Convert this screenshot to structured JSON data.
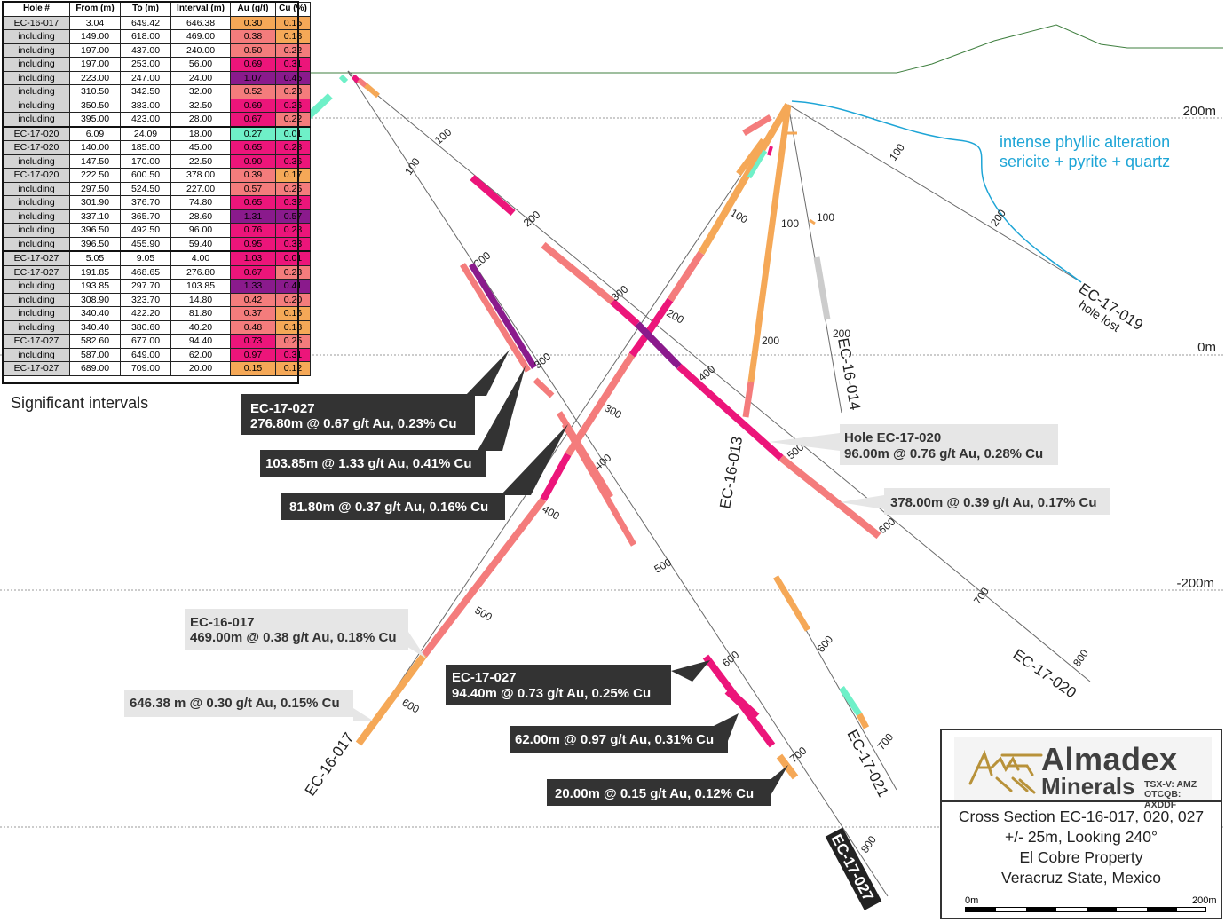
{
  "table": {
    "headers": [
      "Hole #",
      "From (m)",
      "To (m)",
      "Interval (m)",
      "Au (g/t)",
      "Cu (%)"
    ],
    "rows": [
      {
        "hole": "EC-16-017",
        "from": "3.04",
        "to": "649.42",
        "interval": "646.38",
        "au": "0.30",
        "cu": "0.15",
        "au_color": "#f5a857",
        "cu_color": "#f5a857",
        "sep": true
      },
      {
        "hole": "including",
        "from": "149.00",
        "to": "618.00",
        "interval": "469.00",
        "au": "0.38",
        "cu": "0.18",
        "au_color": "#f47c7c",
        "cu_color": "#f5a857"
      },
      {
        "hole": "including",
        "from": "197.00",
        "to": "437.00",
        "interval": "240.00",
        "au": "0.50",
        "cu": "0.22",
        "au_color": "#f47c7c",
        "cu_color": "#f47c7c"
      },
      {
        "hole": "including",
        "from": "197.00",
        "to": "253.00",
        "interval": "56.00",
        "au": "0.69",
        "cu": "0.31",
        "au_color": "#ec157a",
        "cu_color": "#ec157a"
      },
      {
        "hole": "including",
        "from": "223.00",
        "to": "247.00",
        "interval": "24.00",
        "au": "1.07",
        "cu": "0.45",
        "au_color": "#8a1a8c",
        "cu_color": "#8a1a8c"
      },
      {
        "hole": "including",
        "from": "310.50",
        "to": "342.50",
        "interval": "32.00",
        "au": "0.52",
        "cu": "0.23",
        "au_color": "#f47c7c",
        "cu_color": "#f47c7c"
      },
      {
        "hole": "including",
        "from": "350.50",
        "to": "383.00",
        "interval": "32.50",
        "au": "0.69",
        "cu": "0.26",
        "au_color": "#ec157a",
        "cu_color": "#ec157a"
      },
      {
        "hole": "including",
        "from": "395.00",
        "to": "423.00",
        "interval": "28.00",
        "au": "0.67",
        "cu": "0.22",
        "au_color": "#ec157a",
        "cu_color": "#f47c7c"
      },
      {
        "hole": "EC-17-020",
        "from": "6.09",
        "to": "24.09",
        "interval": "18.00",
        "au": "0.27",
        "cu": "0.01",
        "au_color": "#6ff0c8",
        "cu_color": "#6ff0c8",
        "sep": true
      },
      {
        "hole": "EC-17-020",
        "from": "140.00",
        "to": "185.00",
        "interval": "45.00",
        "au": "0.65",
        "cu": "0.28",
        "au_color": "#ec157a",
        "cu_color": "#ec157a"
      },
      {
        "hole": "including",
        "from": "147.50",
        "to": "170.00",
        "interval": "22.50",
        "au": "0.90",
        "cu": "0.36",
        "au_color": "#ec157a",
        "cu_color": "#ec157a"
      },
      {
        "hole": "EC-17-020",
        "from": "222.50",
        "to": "600.50",
        "interval": "378.00",
        "au": "0.39",
        "cu": "0.17",
        "au_color": "#f47c7c",
        "cu_color": "#f5a857"
      },
      {
        "hole": "including",
        "from": "297.50",
        "to": "524.50",
        "interval": "227.00",
        "au": "0.57",
        "cu": "0.25",
        "au_color": "#f47c7c",
        "cu_color": "#f47c7c"
      },
      {
        "hole": "including",
        "from": "301.90",
        "to": "376.70",
        "interval": "74.80",
        "au": "0.65",
        "cu": "0.32",
        "au_color": "#ec157a",
        "cu_color": "#ec157a"
      },
      {
        "hole": "including",
        "from": "337.10",
        "to": "365.70",
        "interval": "28.60",
        "au": "1.31",
        "cu": "0.57",
        "au_color": "#8a1a8c",
        "cu_color": "#8a1a8c"
      },
      {
        "hole": "including",
        "from": "396.50",
        "to": "492.50",
        "interval": "96.00",
        "au": "0.76",
        "cu": "0.28",
        "au_color": "#ec157a",
        "cu_color": "#ec157a"
      },
      {
        "hole": "including",
        "from": "396.50",
        "to": "455.90",
        "interval": "59.40",
        "au": "0.95",
        "cu": "0.33",
        "au_color": "#ec157a",
        "cu_color": "#ec157a"
      },
      {
        "hole": "EC-17-027",
        "from": "5.05",
        "to": "9.05",
        "interval": "4.00",
        "au": "1.03",
        "cu": "0.01",
        "au_color": "#ec157a",
        "cu_color": "#ec157a",
        "sep": true
      },
      {
        "hole": "EC-17-027",
        "from": "191.85",
        "to": "468.65",
        "interval": "276.80",
        "au": "0.67",
        "cu": "0.23",
        "au_color": "#ec157a",
        "cu_color": "#f47c7c"
      },
      {
        "hole": "including",
        "from": "193.85",
        "to": "297.70",
        "interval": "103.85",
        "au": "1.33",
        "cu": "0.41",
        "au_color": "#8a1a8c",
        "cu_color": "#8a1a8c"
      },
      {
        "hole": "including",
        "from": "308.90",
        "to": "323.70",
        "interval": "14.80",
        "au": "0.42",
        "cu": "0.20",
        "au_color": "#f47c7c",
        "cu_color": "#f47c7c"
      },
      {
        "hole": "including",
        "from": "340.40",
        "to": "422.20",
        "interval": "81.80",
        "au": "0.37",
        "cu": "0.16",
        "au_color": "#f47c7c",
        "cu_color": "#f5a857"
      },
      {
        "hole": "including",
        "from": "340.40",
        "to": "380.60",
        "interval": "40.20",
        "au": "0.48",
        "cu": "0.18",
        "au_color": "#f47c7c",
        "cu_color": "#f5a857"
      },
      {
        "hole": "EC-17-027",
        "from": "582.60",
        "to": "677.00",
        "interval": "94.40",
        "au": "0.73",
        "cu": "0.25",
        "au_color": "#ec157a",
        "cu_color": "#f47c7c"
      },
      {
        "hole": "including",
        "from": "587.00",
        "to": "649.00",
        "interval": "62.00",
        "au": "0.97",
        "cu": "0.31",
        "au_color": "#ec157a",
        "cu_color": "#ec157a"
      },
      {
        "hole": "EC-17-027",
        "from": "689.00",
        "to": "709.00",
        "interval": "20.00",
        "au": "0.15",
        "cu": "0.12",
        "au_color": "#f5a857",
        "cu_color": "#f5a857"
      }
    ]
  },
  "significant_title": "Significant intervals",
  "elevations": {
    "e200": "200m",
    "e0": "0m",
    "em200": "-200m"
  },
  "holes": {
    "h017": "EC-16-017",
    "h020": "EC-17-020",
    "h027": "EC-17-027",
    "h013": "EC-16-013",
    "h014": "EC-16-014",
    "h019": "EC-17-019",
    "h019_note": "hole lost",
    "h021": "EC-17-021"
  },
  "depth_ticks": [
    "100",
    "200",
    "300",
    "400",
    "500",
    "600",
    "700",
    "800"
  ],
  "alteration": {
    "line1": "intense phyllic alteration",
    "line2": "sericite + pyrite + quartz"
  },
  "callouts": {
    "c027_a1": "EC-17-027",
    "c027_a2": "276.80m @ 0.67 g/t Au, 0.23% Cu",
    "c027_b": "103.85m @ 1.33 g/t Au, 0.41% Cu",
    "c027_c": "81.80m @ 0.37 g/t Au, 0.16% Cu",
    "c020_a1": "Hole EC-17-020",
    "c020_a2": "96.00m @ 0.76 g/t Au, 0.28% Cu",
    "c020_b": "378.00m @ 0.39 g/t Au, 0.17% Cu",
    "c017_a1": "EC-16-017",
    "c017_a2": "469.00m @ 0.38 g/t Au, 0.18% Cu",
    "c017_b": "646.38 m @ 0.30 g/t Au, 0.15% Cu",
    "c027_d1": "EC-17-027",
    "c027_d2": "94.40m @ 0.73 g/t Au, 0.25% Cu",
    "c027_e": "62.00m @ 0.97 g/t Au, 0.31% Cu",
    "c027_f": "20.00m @ 0.15 g/t Au, 0.12% Cu"
  },
  "logo": {
    "name1": "Almadex",
    "name2": "Minerals",
    "ticker1": "TSX-V: AMZ",
    "ticker2": "OTCQB: AXDDF"
  },
  "caption": {
    "l1": "Cross Section EC-16-017, 020, 027",
    "l2": "+/- 25m, Looking 240°",
    "l3": "El Cobre Property",
    "l4": "Veracruz State, Mexico"
  },
  "scale": {
    "left": "0m",
    "right": "200m"
  },
  "colors": {
    "orange": "#f5a857",
    "salmon": "#f47c7c",
    "magenta": "#ec157a",
    "purple": "#8a1a8c",
    "mint": "#6ff0c8",
    "grey_interval": "#cccccc",
    "topo": "#2e7d32",
    "alteration": "#1ea5d6",
    "callout_dark": "#333333",
    "callout_light": "#e6e6e6",
    "logo_gold": "#b8923a"
  }
}
